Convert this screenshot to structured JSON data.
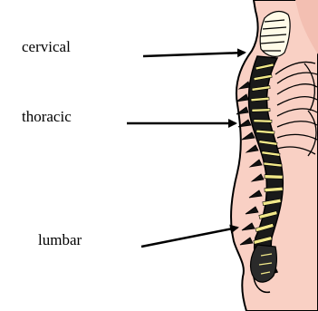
{
  "labels": {
    "cervical": "cervical",
    "thoracic": "thoracic",
    "lumbar": "lumbar"
  },
  "colors": {
    "skin": "#f9d0c4",
    "outline": "#000000",
    "disc": "#f2e98a",
    "vertebra_light": "#fffbe8"
  }
}
